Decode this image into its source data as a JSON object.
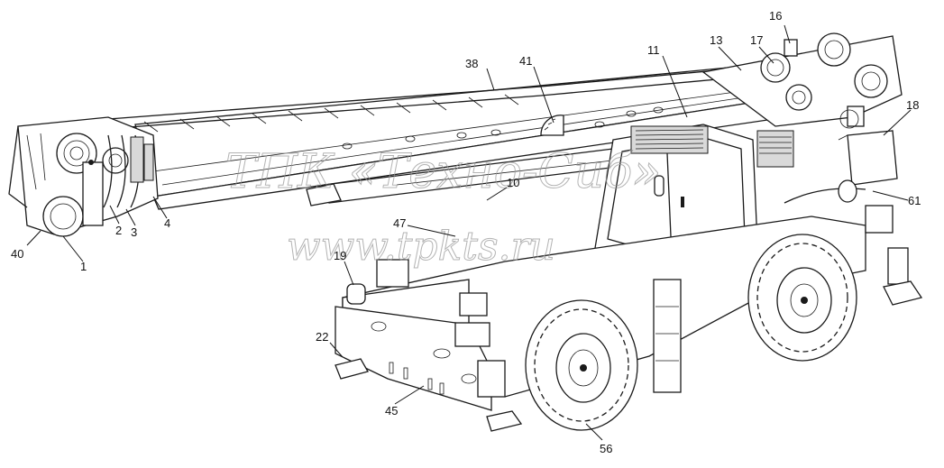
{
  "figure": {
    "watermark_line1": "ТПК «Техно-Сиб»",
    "watermark_line2": "www.tpkts.ru"
  },
  "callouts": [
    {
      "id": "c16",
      "text": "16"
    },
    {
      "id": "c13",
      "text": "13"
    },
    {
      "id": "c17",
      "text": "17"
    },
    {
      "id": "c11",
      "text": "11"
    },
    {
      "id": "c38",
      "text": "38"
    },
    {
      "id": "c41",
      "text": "41"
    },
    {
      "id": "c18",
      "text": "18"
    },
    {
      "id": "c10",
      "text": "10"
    },
    {
      "id": "c61",
      "text": "61"
    },
    {
      "id": "c47",
      "text": "47"
    },
    {
      "id": "c2",
      "text": "2"
    },
    {
      "id": "c3",
      "text": "3"
    },
    {
      "id": "c4",
      "text": "4"
    },
    {
      "id": "c40",
      "text": "40"
    },
    {
      "id": "c1",
      "text": "1"
    },
    {
      "id": "c19",
      "text": "19"
    },
    {
      "id": "c22",
      "text": "22"
    },
    {
      "id": "c45",
      "text": "45"
    },
    {
      "id": "c56",
      "text": "56"
    }
  ]
}
